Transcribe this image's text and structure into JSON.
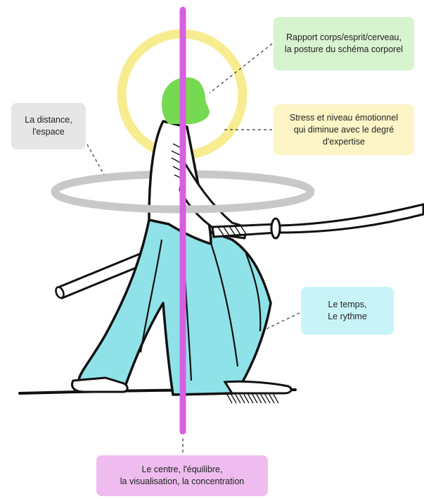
{
  "callouts": {
    "body_mind": {
      "text": "Rapport corps/esprit/cerveau,\nla posture du schéma corporel",
      "color": "#d8f3cf"
    },
    "stress": {
      "text": "Stress et niveau émotionnel\nqui diminue avec le degré\nd'expertise",
      "color": "#fdf5c7"
    },
    "distance": {
      "text": "La distance,\nl'espace",
      "color": "#e6e6e6"
    },
    "time": {
      "text": "Le temps,\nLe rythme",
      "color": "#c9f4f7"
    },
    "center": {
      "text": "Le centre, l'équilibre,\nla visualisation, la concentration",
      "color": "#eebcef"
    }
  },
  "colors": {
    "halo": "#f7ec8f",
    "head": "#76d952",
    "axis": "#d660e2",
    "ring": "#c8c8c8",
    "hakama": "#8fe3e8",
    "outline": "#111111"
  },
  "icons": {
    "figure": "aikido-swordsman-figure"
  }
}
